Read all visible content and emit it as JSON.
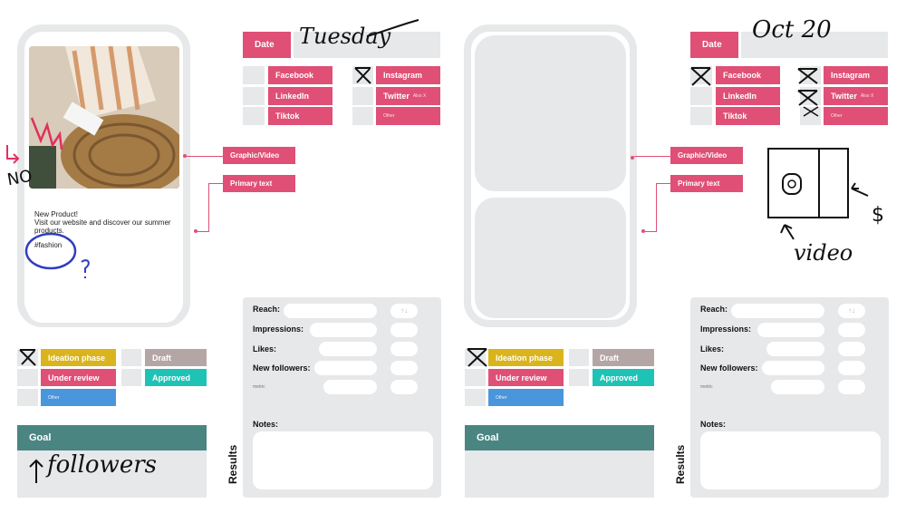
{
  "left": {
    "post": {
      "line1": "New Product!",
      "line2": "Visit our website and discover our summer",
      "line3": "products.",
      "hashtag": "#fashion"
    },
    "date_label": "Date",
    "date_value": "Tuesday",
    "platforms": [
      "Facebook",
      "LinkedIn",
      "Tiktok",
      "Instagram",
      "Twitter",
      "Other"
    ],
    "twitter_sub": "Also X",
    "connectors": {
      "graphic": "Graphic/Video",
      "primary": "Primary text"
    },
    "status": {
      "ideation": "Ideation phase",
      "review": "Under review",
      "other": "Other",
      "draft": "Draft",
      "approved": "Approved"
    },
    "goal": "Goal",
    "goal_note": "followers",
    "handwriting_no": "NO",
    "results": "Results",
    "metrics": {
      "reach": "Reach:",
      "impressions": "Impressions:",
      "likes": "Likes:",
      "new_followers": "New followers:",
      "metric": "metric"
    },
    "notes": "Notes:"
  },
  "right": {
    "date_label": "Date",
    "date_value": "Oct 20",
    "platforms": [
      "Facebook",
      "LinkedIn",
      "Tiktok",
      "Instagram",
      "Twitter",
      "Other"
    ],
    "twitter_sub": "Also X",
    "connectors": {
      "graphic": "Graphic/Video",
      "primary": "Primary text"
    },
    "status": {
      "ideation": "Ideation phase",
      "review": "Under review",
      "other": "Other",
      "draft": "Draft",
      "approved": "Approved"
    },
    "goal": "Goal",
    "results": "Results",
    "metrics": {
      "reach": "Reach:",
      "impressions": "Impressions:",
      "likes": "Likes:",
      "new_followers": "New followers:",
      "metric": "metric"
    },
    "notes": "Notes:",
    "sketch_note": "video",
    "sketch_price": "$"
  },
  "colors": {
    "pink": "#e04f75",
    "yellow": "#d9b41c",
    "blue": "#4a96dd",
    "mauve": "#b5a6a6",
    "teal": "#1ec3b6",
    "goal": "#4a8582",
    "panel": "#e6e8e9",
    "ink": "#111111",
    "blue_ink": "#2f3ec0"
  },
  "icons": [
    "up-arrow-icon",
    "down-arrow-icon",
    "cross-mark-icon",
    "pink-arrow-icon"
  ]
}
